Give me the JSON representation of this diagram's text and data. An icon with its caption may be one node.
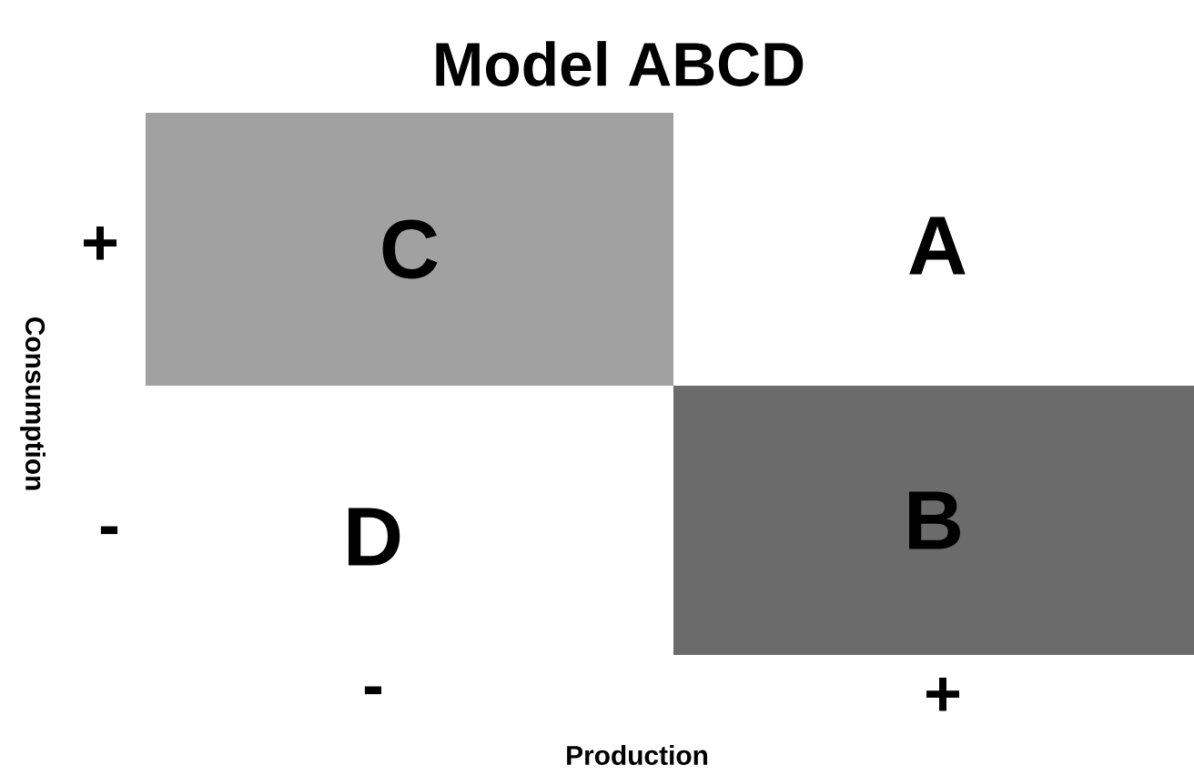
{
  "diagram": {
    "title": "Model ABCD",
    "nodes": [
      {
        "text": [
          "C"
        ]
      },
      {
        "text": [
          "B"
        ]
      }
    ],
    "labels": [
      "+",
      "A",
      "-",
      "D",
      "-",
      "+",
      "Consumption",
      "Production"
    ]
  }
}
